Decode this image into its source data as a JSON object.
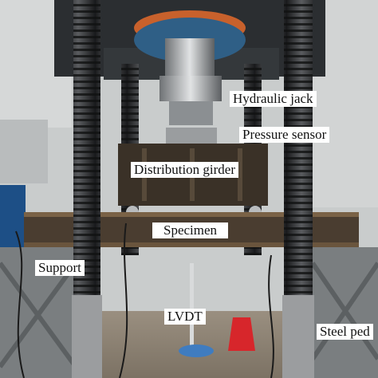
{
  "labels": {
    "hydraulic_jack": "Hydraulic jack",
    "pressure_sensor": "Pressure sensor",
    "distribution_girder": "Distribution girder",
    "specimen": "Specimen",
    "support": "Support",
    "lvdt": "LVDT",
    "steel_pedestal": "Steel ped"
  },
  "colors": {
    "label_background": "#ffffff",
    "label_text": "#111111",
    "frame_dark": "#2b2e31",
    "ram_blue": "#2f5f86",
    "ram_orange": "#c8612c",
    "pedestal_gray": "#7a7e80",
    "stool_red": "#d7262b"
  }
}
